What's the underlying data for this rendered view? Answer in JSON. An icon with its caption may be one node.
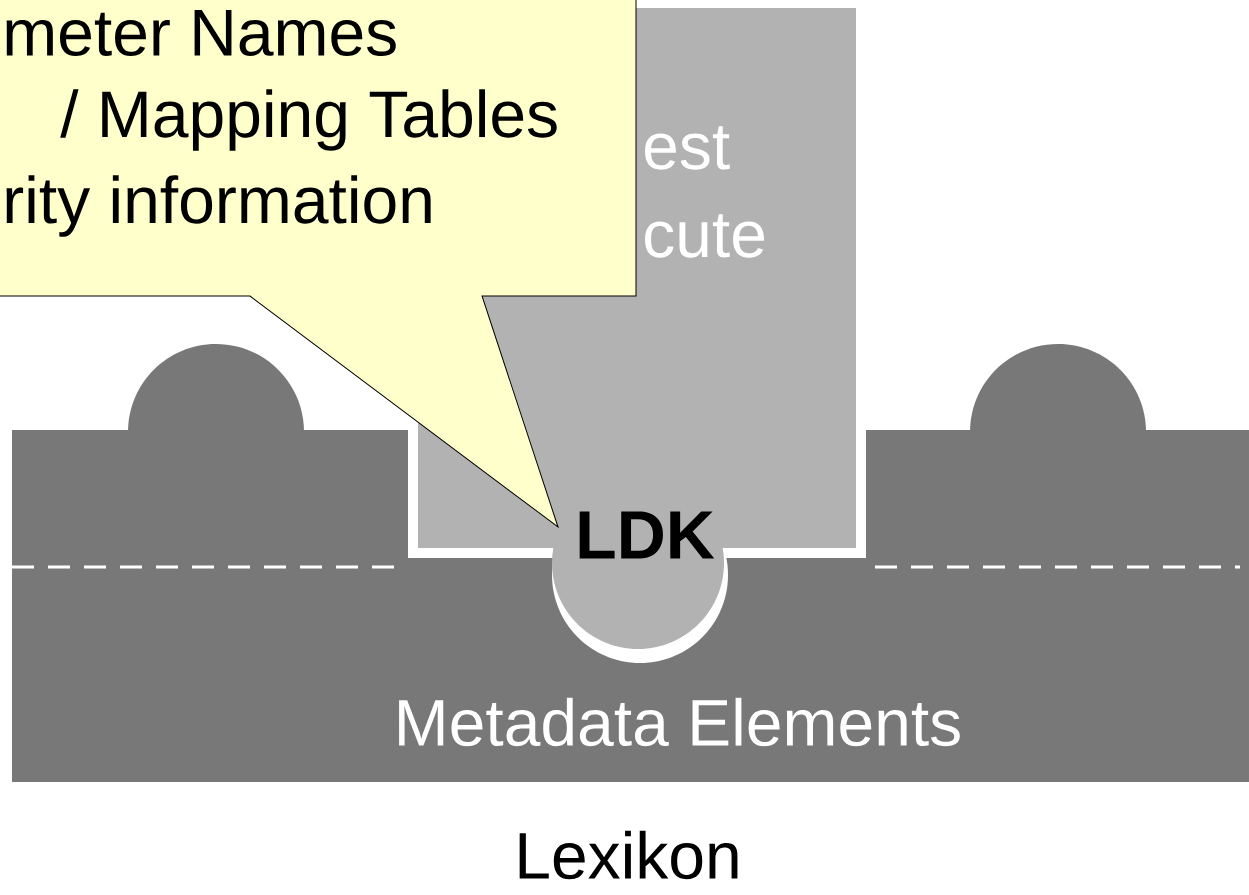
{
  "diagram": {
    "nodes": [
      {
        "text": [
          "meter Names",
          "/ Mapping Tables",
          "rity information"
        ]
      },
      {
        "text": [
          "est",
          "cute"
        ]
      },
      {
        "text": [
          "Metadata Elements"
        ]
      }
    ],
    "labels": [
      "LDK",
      "Lexikon"
    ]
  }
}
